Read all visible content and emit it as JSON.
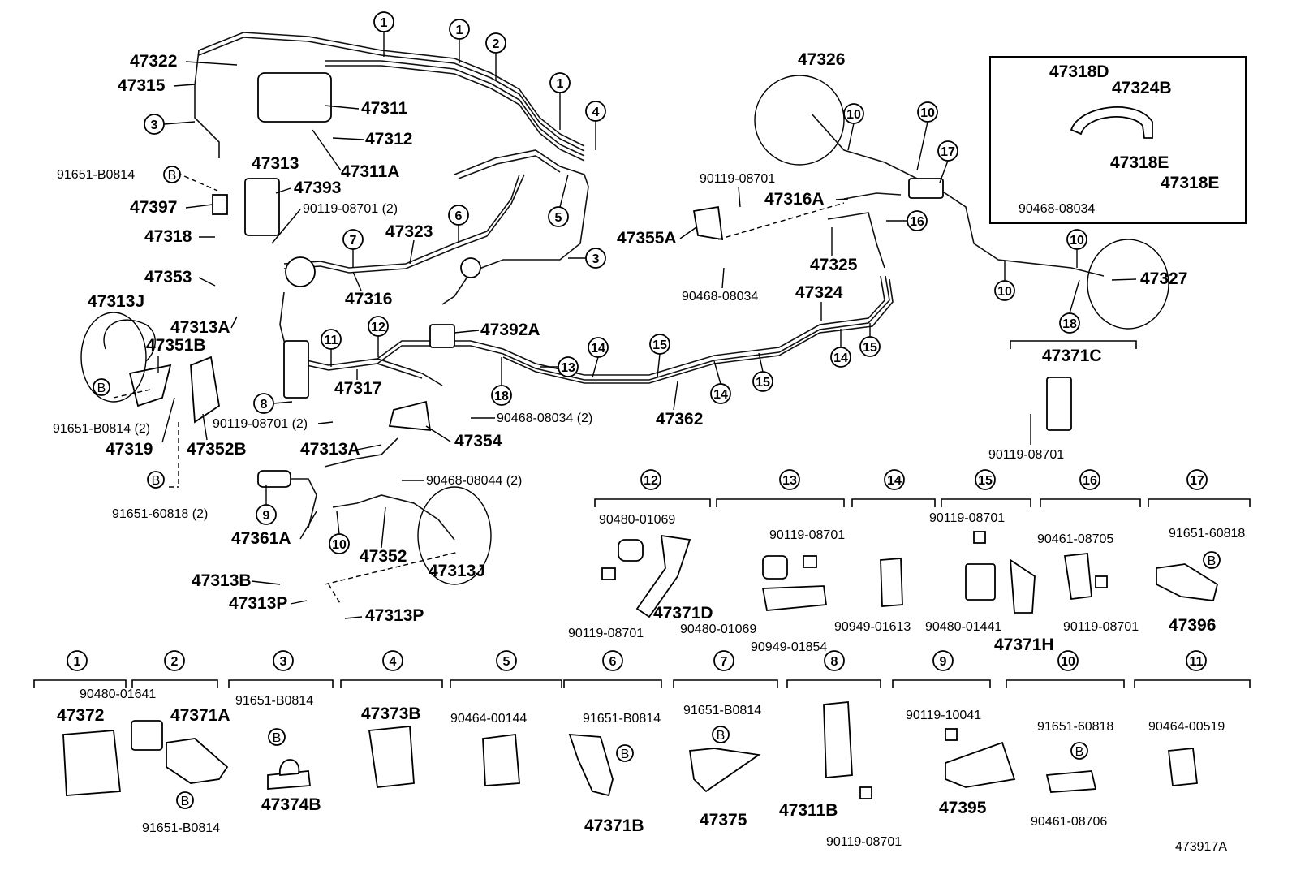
{
  "diagram_code": "473917A",
  "main_labels": [
    {
      "id": "p47322",
      "text": "47322"
    },
    {
      "id": "p47315",
      "text": "47315"
    },
    {
      "id": "p47311",
      "text": "47311"
    },
    {
      "id": "p47312",
      "text": "47312"
    },
    {
      "id": "p47313",
      "text": "47313"
    },
    {
      "id": "p47311A",
      "text": "47311A"
    },
    {
      "id": "p91651a",
      "text": "91651-B0814"
    },
    {
      "id": "p47397",
      "text": "47397"
    },
    {
      "id": "p47393",
      "text": "47393"
    },
    {
      "id": "p90119a",
      "text": "90119-08701  (2)"
    },
    {
      "id": "p47318",
      "text": "47318"
    },
    {
      "id": "p47323",
      "text": "47323"
    },
    {
      "id": "p47353",
      "text": "47353"
    },
    {
      "id": "p47316",
      "text": "47316"
    },
    {
      "id": "p47313J",
      "text": "47313J"
    },
    {
      "id": "p47313A",
      "text": "47313A"
    },
    {
      "id": "p47351B",
      "text": "47351B"
    },
    {
      "id": "p47392A",
      "text": "47392A"
    },
    {
      "id": "p47317",
      "text": "47317"
    },
    {
      "id": "p91651b",
      "text": "91651-B0814  (2)"
    },
    {
      "id": "p90119b",
      "text": "90119-08701  (2)"
    },
    {
      "id": "p90468a",
      "text": "90468-08034  (2)"
    },
    {
      "id": "p47319",
      "text": "47319"
    },
    {
      "id": "p47352B",
      "text": "47352B"
    },
    {
      "id": "p47313A2",
      "text": "47313A"
    },
    {
      "id": "p47354",
      "text": "47354"
    },
    {
      "id": "p90468b",
      "text": "90468-08044  (2)"
    },
    {
      "id": "p91651c",
      "text": "91651-60818  (2)"
    },
    {
      "id": "p47361A",
      "text": "47361A"
    },
    {
      "id": "p47352",
      "text": "47352"
    },
    {
      "id": "p47313J2",
      "text": "47313J"
    },
    {
      "id": "p47313B",
      "text": "47313B"
    },
    {
      "id": "p47313P",
      "text": "47313P"
    },
    {
      "id": "p47313P2",
      "text": "47313P"
    },
    {
      "id": "p47362",
      "text": "47362"
    },
    {
      "id": "p47326",
      "text": "47326"
    },
    {
      "id": "p90119c",
      "text": "90119-08701"
    },
    {
      "id": "p47316A",
      "text": "47316A"
    },
    {
      "id": "p47355A",
      "text": "47355A"
    },
    {
      "id": "p90468c",
      "text": "90468-08034"
    },
    {
      "id": "p47325",
      "text": "47325"
    },
    {
      "id": "p47324",
      "text": "47324"
    },
    {
      "id": "p47327",
      "text": "47327"
    },
    {
      "id": "p47371C",
      "text": "47371C"
    },
    {
      "id": "p90119d",
      "text": "90119-08701"
    },
    {
      "id": "p47318D",
      "text": "47318D"
    },
    {
      "id": "p47324B",
      "text": "47324B"
    },
    {
      "id": "p47318E",
      "text": "47318E"
    },
    {
      "id": "p47318E2",
      "text": "47318E"
    },
    {
      "id": "p90468d",
      "text": "90468-08034"
    }
  ],
  "callouts": [
    "1",
    "1",
    "2",
    "1",
    "4",
    "3",
    "5",
    "6",
    "7",
    "3",
    "8",
    "9",
    "10",
    "11",
    "12",
    "13",
    "14",
    "14",
    "14",
    "15",
    "15",
    "15",
    "18",
    "10",
    "17",
    "10",
    "16",
    "10",
    "10",
    "18"
  ],
  "clamp_sets": [
    {
      "num": "12",
      "parts": [
        "90480-01069",
        "90119-08701",
        "47371D"
      ]
    },
    {
      "num": "13",
      "parts": [
        "90119-08701",
        "90480-01069",
        "90949-01854"
      ]
    },
    {
      "num": "14",
      "parts": [
        "90949-01613"
      ]
    },
    {
      "num": "15",
      "parts": [
        "90119-08701",
        "90480-01441",
        "47371H"
      ]
    },
    {
      "num": "16",
      "parts": [
        "90461-08705",
        "90119-08701"
      ]
    },
    {
      "num": "17",
      "parts": [
        "91651-60818",
        "47396"
      ]
    },
    {
      "num": "1",
      "parts": [
        "47372"
      ]
    },
    {
      "num": "2",
      "parts": [
        "90480-01641",
        "47371A",
        "91651-B0814"
      ]
    },
    {
      "num": "3",
      "parts": [
        "91651-B0814",
        "47374B"
      ]
    },
    {
      "num": "4",
      "parts": [
        "47373B"
      ]
    },
    {
      "num": "5",
      "parts": [
        "90464-00144"
      ]
    },
    {
      "num": "6",
      "parts": [
        "91651-B0814",
        "47371B"
      ]
    },
    {
      "num": "7",
      "parts": [
        "91651-B0814",
        "47375"
      ]
    },
    {
      "num": "8",
      "parts": [
        "47311B",
        "90119-08701"
      ]
    },
    {
      "num": "9",
      "parts": [
        "90119-10041",
        "47395"
      ]
    },
    {
      "num": "10",
      "parts": [
        "91651-60818",
        "90461-08706"
      ]
    },
    {
      "num": "11",
      "parts": [
        "90464-00519"
      ]
    }
  ],
  "bolt_marker": "B"
}
